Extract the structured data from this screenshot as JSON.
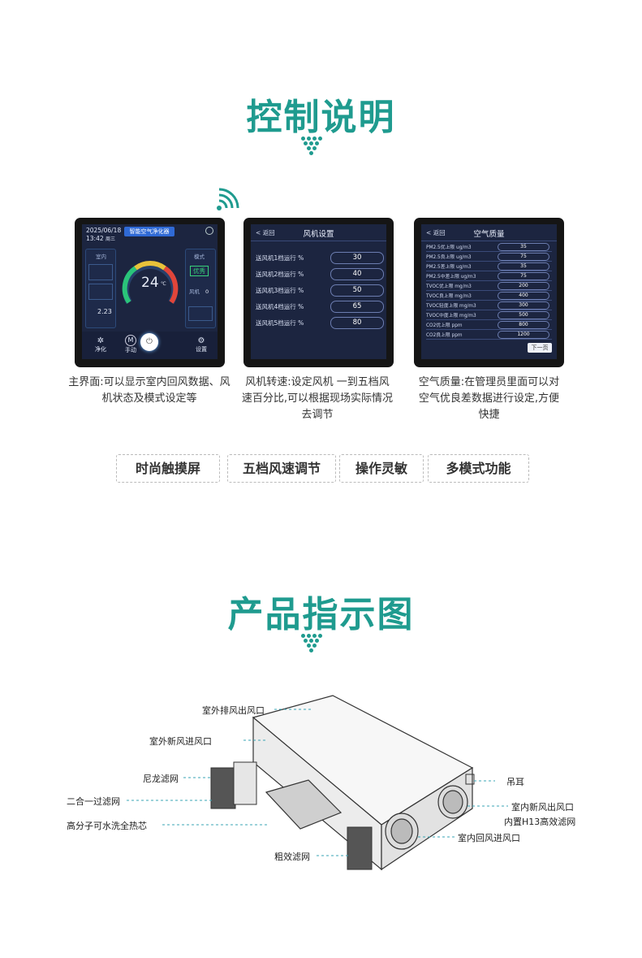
{
  "sections": {
    "control_title": "控制说明",
    "product_title": "产品指示图"
  },
  "screen1": {
    "date": "2025/06/18",
    "time": "13:42",
    "weekday": "周三",
    "banner": "智能空气净化器",
    "indoor_label": "室内",
    "mode_label": "模式",
    "mode_value": "优秀",
    "temp_value": "24",
    "temp_unit": "℃",
    "side_value": "2.23",
    "fan_label": "风机",
    "fan_value": "0",
    "btn_left": "净化",
    "btn_mode_icon": "M",
    "btn_mode": "手动",
    "btn_right": "设置",
    "power_icon": "⏻"
  },
  "screen2": {
    "back": "< 返回",
    "title": "风机设置",
    "rows": [
      {
        "label": "送风机1档运行 %",
        "value": "30"
      },
      {
        "label": "送风机2档运行 %",
        "value": "40"
      },
      {
        "label": "送风机3档运行 %",
        "value": "50"
      },
      {
        "label": "送风机4档运行 %",
        "value": "65"
      },
      {
        "label": "送风机5档运行 %",
        "value": "80"
      }
    ]
  },
  "screen3": {
    "back": "< 返回",
    "title": "空气质量",
    "rows": [
      {
        "label": "PM2.5优上限 ug/m3",
        "value": "35"
      },
      {
        "label": "PM2.5良上限 ug/m3",
        "value": "75"
      },
      {
        "label": "PM2.5差上限 ug/m3",
        "value": "35"
      },
      {
        "label": "PM2.5中差上限 ug/m3",
        "value": "75"
      },
      {
        "label": "TVOC优上限 mg/m3",
        "value": "200"
      },
      {
        "label": "TVOC良上限 mg/m3",
        "value": "400"
      },
      {
        "label": "TVOC轻度上限 mg/m3",
        "value": "300"
      },
      {
        "label": "TVOC中度上限 mg/m3",
        "value": "500"
      },
      {
        "label": "CO2优上限 ppm",
        "value": "800"
      },
      {
        "label": "CO2良上限 ppm",
        "value": "1200"
      }
    ],
    "next": "下一页"
  },
  "captions": [
    "主界面:可以显示室内回风数据、风机状态及模式设定等",
    "风机转速:设定风机 一到五档风速百分比,可以根据现场实际情况去调节",
    "空气质量:在管理员里面可以对空气优良差数据进行设定,方便快捷"
  ],
  "features": [
    "时尚触摸屏",
    "五档风速调节",
    "操作灵敏",
    "多模式功能"
  ],
  "diagram_labels": {
    "outdoor_exhaust": "室外排风出风口",
    "outdoor_fresh_in": "室外新风进风口",
    "nylon_filter": "尼龙滤网",
    "two_in_one_filter": "二合一过滤网",
    "heat_core": "高分子可水洗全热芯",
    "coarse_filter": "粗效滤网",
    "hanger": "吊耳",
    "indoor_fresh_out": "室内新风出风口",
    "h13_filter": "内置H13高效滤网",
    "indoor_return_in": "室内回风进风口"
  },
  "colors": {
    "accent": "#1f9b8f",
    "screen_bg": "#1c2540",
    "device_frame": "#151515"
  }
}
